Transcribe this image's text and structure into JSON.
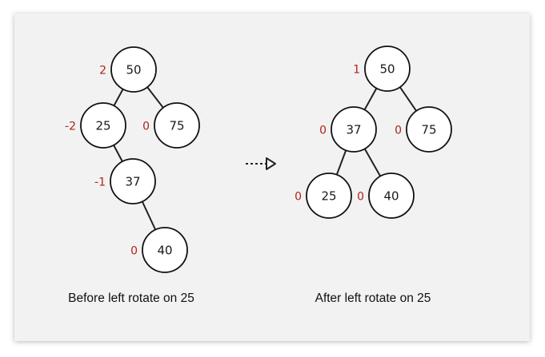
{
  "colors": {
    "balance_factor": "#b02318",
    "edge": "#222222",
    "node_border": "#111111",
    "background": "#f2f2f2"
  },
  "before": {
    "caption": "Before left rotate on 25",
    "nodes": [
      {
        "id": "50",
        "label": "50",
        "bf": "2"
      },
      {
        "id": "25",
        "label": "25",
        "bf": "-2"
      },
      {
        "id": "75",
        "label": "75",
        "bf": "0"
      },
      {
        "id": "37",
        "label": "37",
        "bf": "-1"
      },
      {
        "id": "40",
        "label": "40",
        "bf": "0"
      }
    ],
    "edges": [
      [
        "50",
        "25"
      ],
      [
        "50",
        "75"
      ],
      [
        "25",
        "37"
      ],
      [
        "37",
        "40"
      ]
    ]
  },
  "after": {
    "caption": "After left rotate on 25",
    "nodes": [
      {
        "id": "50",
        "label": "50",
        "bf": "1"
      },
      {
        "id": "37",
        "label": "37",
        "bf": "0"
      },
      {
        "id": "75",
        "label": "75",
        "bf": "0"
      },
      {
        "id": "25",
        "label": "25",
        "bf": "0"
      },
      {
        "id": "40",
        "label": "40",
        "bf": "0"
      }
    ],
    "edges": [
      [
        "50",
        "37"
      ],
      [
        "50",
        "75"
      ],
      [
        "37",
        "25"
      ],
      [
        "37",
        "40"
      ]
    ]
  },
  "arrow_icon": "dashed-arrow-right-icon"
}
